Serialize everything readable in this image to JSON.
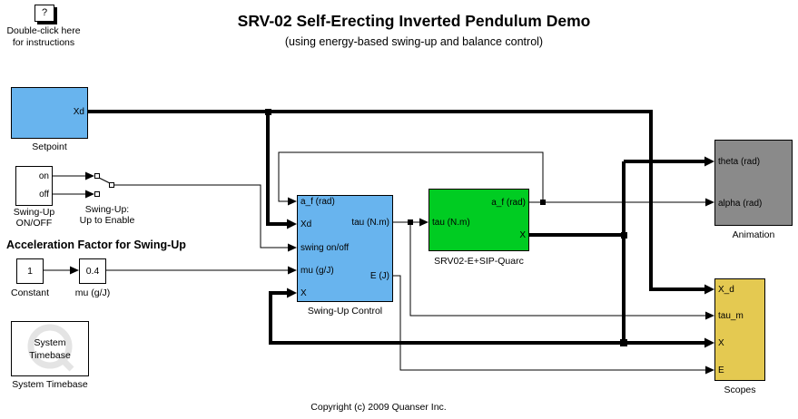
{
  "colors": {
    "block_blue": "#68B4EE",
    "block_green": "#00CC22",
    "block_gray": "#8A8A8A",
    "block_yellow": "#E4C951",
    "wire": "#000000",
    "watermark": "#E4E4E4"
  },
  "header": {
    "title": "SRV-02 Self-Erecting Inverted Pendulum Demo",
    "subtitle": "(using energy-based swing-up and balance control)"
  },
  "help": {
    "icon": "?",
    "caption_line1": "Double-click here",
    "caption_line2": "for instructions"
  },
  "blocks": {
    "setpoint": {
      "label": "Setpoint",
      "out_port": "Xd"
    },
    "onoff": {
      "label_line1": "Swing-Up",
      "label_line2": "ON/OFF",
      "port_on": "on",
      "port_off": "off"
    },
    "switch": {
      "label_line1": "Swing-Up:",
      "label_line2": "Up to Enable"
    },
    "accel_heading": "Acceleration Factor for Swing-Up",
    "constant": {
      "value": "1",
      "label": "Constant"
    },
    "mu_gain": {
      "value": "0.4",
      "label": "mu (g/J)"
    },
    "timebase": {
      "inner_line1": "System",
      "inner_line2": "Timebase",
      "label": "System Timebase"
    },
    "controller": {
      "label": "Swing-Up Control",
      "inputs": [
        "a_f (rad)",
        "Xd",
        "swing on/off",
        "mu (g/J)",
        "X"
      ],
      "outputs": [
        "tau (N.m)",
        "E (J)"
      ]
    },
    "plant": {
      "label": "SRV02-E+SIP-Quarc",
      "inputs": [
        "tau (N.m)"
      ],
      "outputs": [
        "a_f (rad)",
        "X"
      ]
    },
    "animation": {
      "label": "Animation",
      "inputs": [
        "theta (rad)",
        "alpha (rad)"
      ]
    },
    "scopes": {
      "label": "Scopes",
      "inputs": [
        "X_d",
        "tau_m",
        "X",
        "E"
      ]
    }
  },
  "footer": {
    "copyright": "Copyright (c) 2009 Quanser Inc."
  }
}
